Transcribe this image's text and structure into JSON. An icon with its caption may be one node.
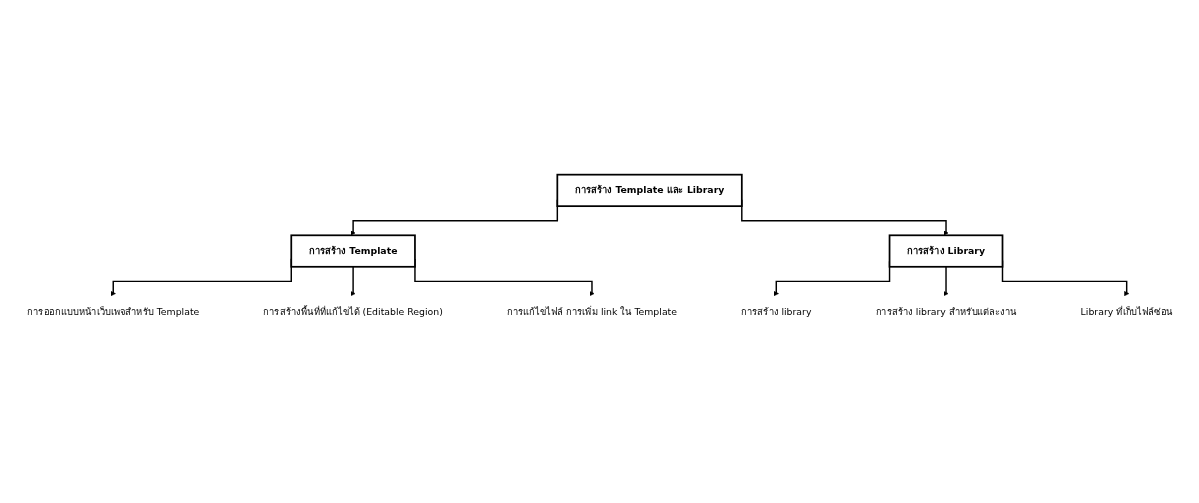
{
  "diagram": {
    "nodes": [
      {
        "text": [
          "การสร้าง Template และ Library"
        ]
      },
      {
        "text": [
          "การสร้าง Template"
        ]
      },
      {
        "text": [
          "การสร้าง Library"
        ]
      },
      {
        "text": [
          "การออกแบบหน้าเว็บเพจสำหรับ Template"
        ]
      },
      {
        "text": [
          "การสร้างพื้นที่ที่แก้ไขได้ (Editable Region)"
        ]
      },
      {
        "text": [
          "การแก้ไขไฟล์ การเพิ่ม link ใน Template"
        ]
      },
      {
        "text": [
          "การสร้าง library"
        ]
      },
      {
        "text": [
          "การสร้าง library สำหรับแต่ละงาน"
        ]
      },
      {
        "text": [
          "Library ที่เก็บไฟล์ซ่อน"
        ]
      }
    ],
    "edges": [
      {
        "from": 0,
        "to": 1,
        "arrow": "to"
      },
      {
        "from": 0,
        "to": 2,
        "arrow": "to"
      },
      {
        "from": 1,
        "to": 3,
        "arrow": "to"
      },
      {
        "from": 1,
        "to": 4,
        "arrow": "to"
      },
      {
        "from": 1,
        "to": 5,
        "arrow": "to"
      },
      {
        "from": 2,
        "to": 6,
        "arrow": "to"
      },
      {
        "from": 2,
        "to": 7,
        "arrow": "to"
      },
      {
        "from": 2,
        "to": 8,
        "arrow": "to"
      }
    ]
  }
}
